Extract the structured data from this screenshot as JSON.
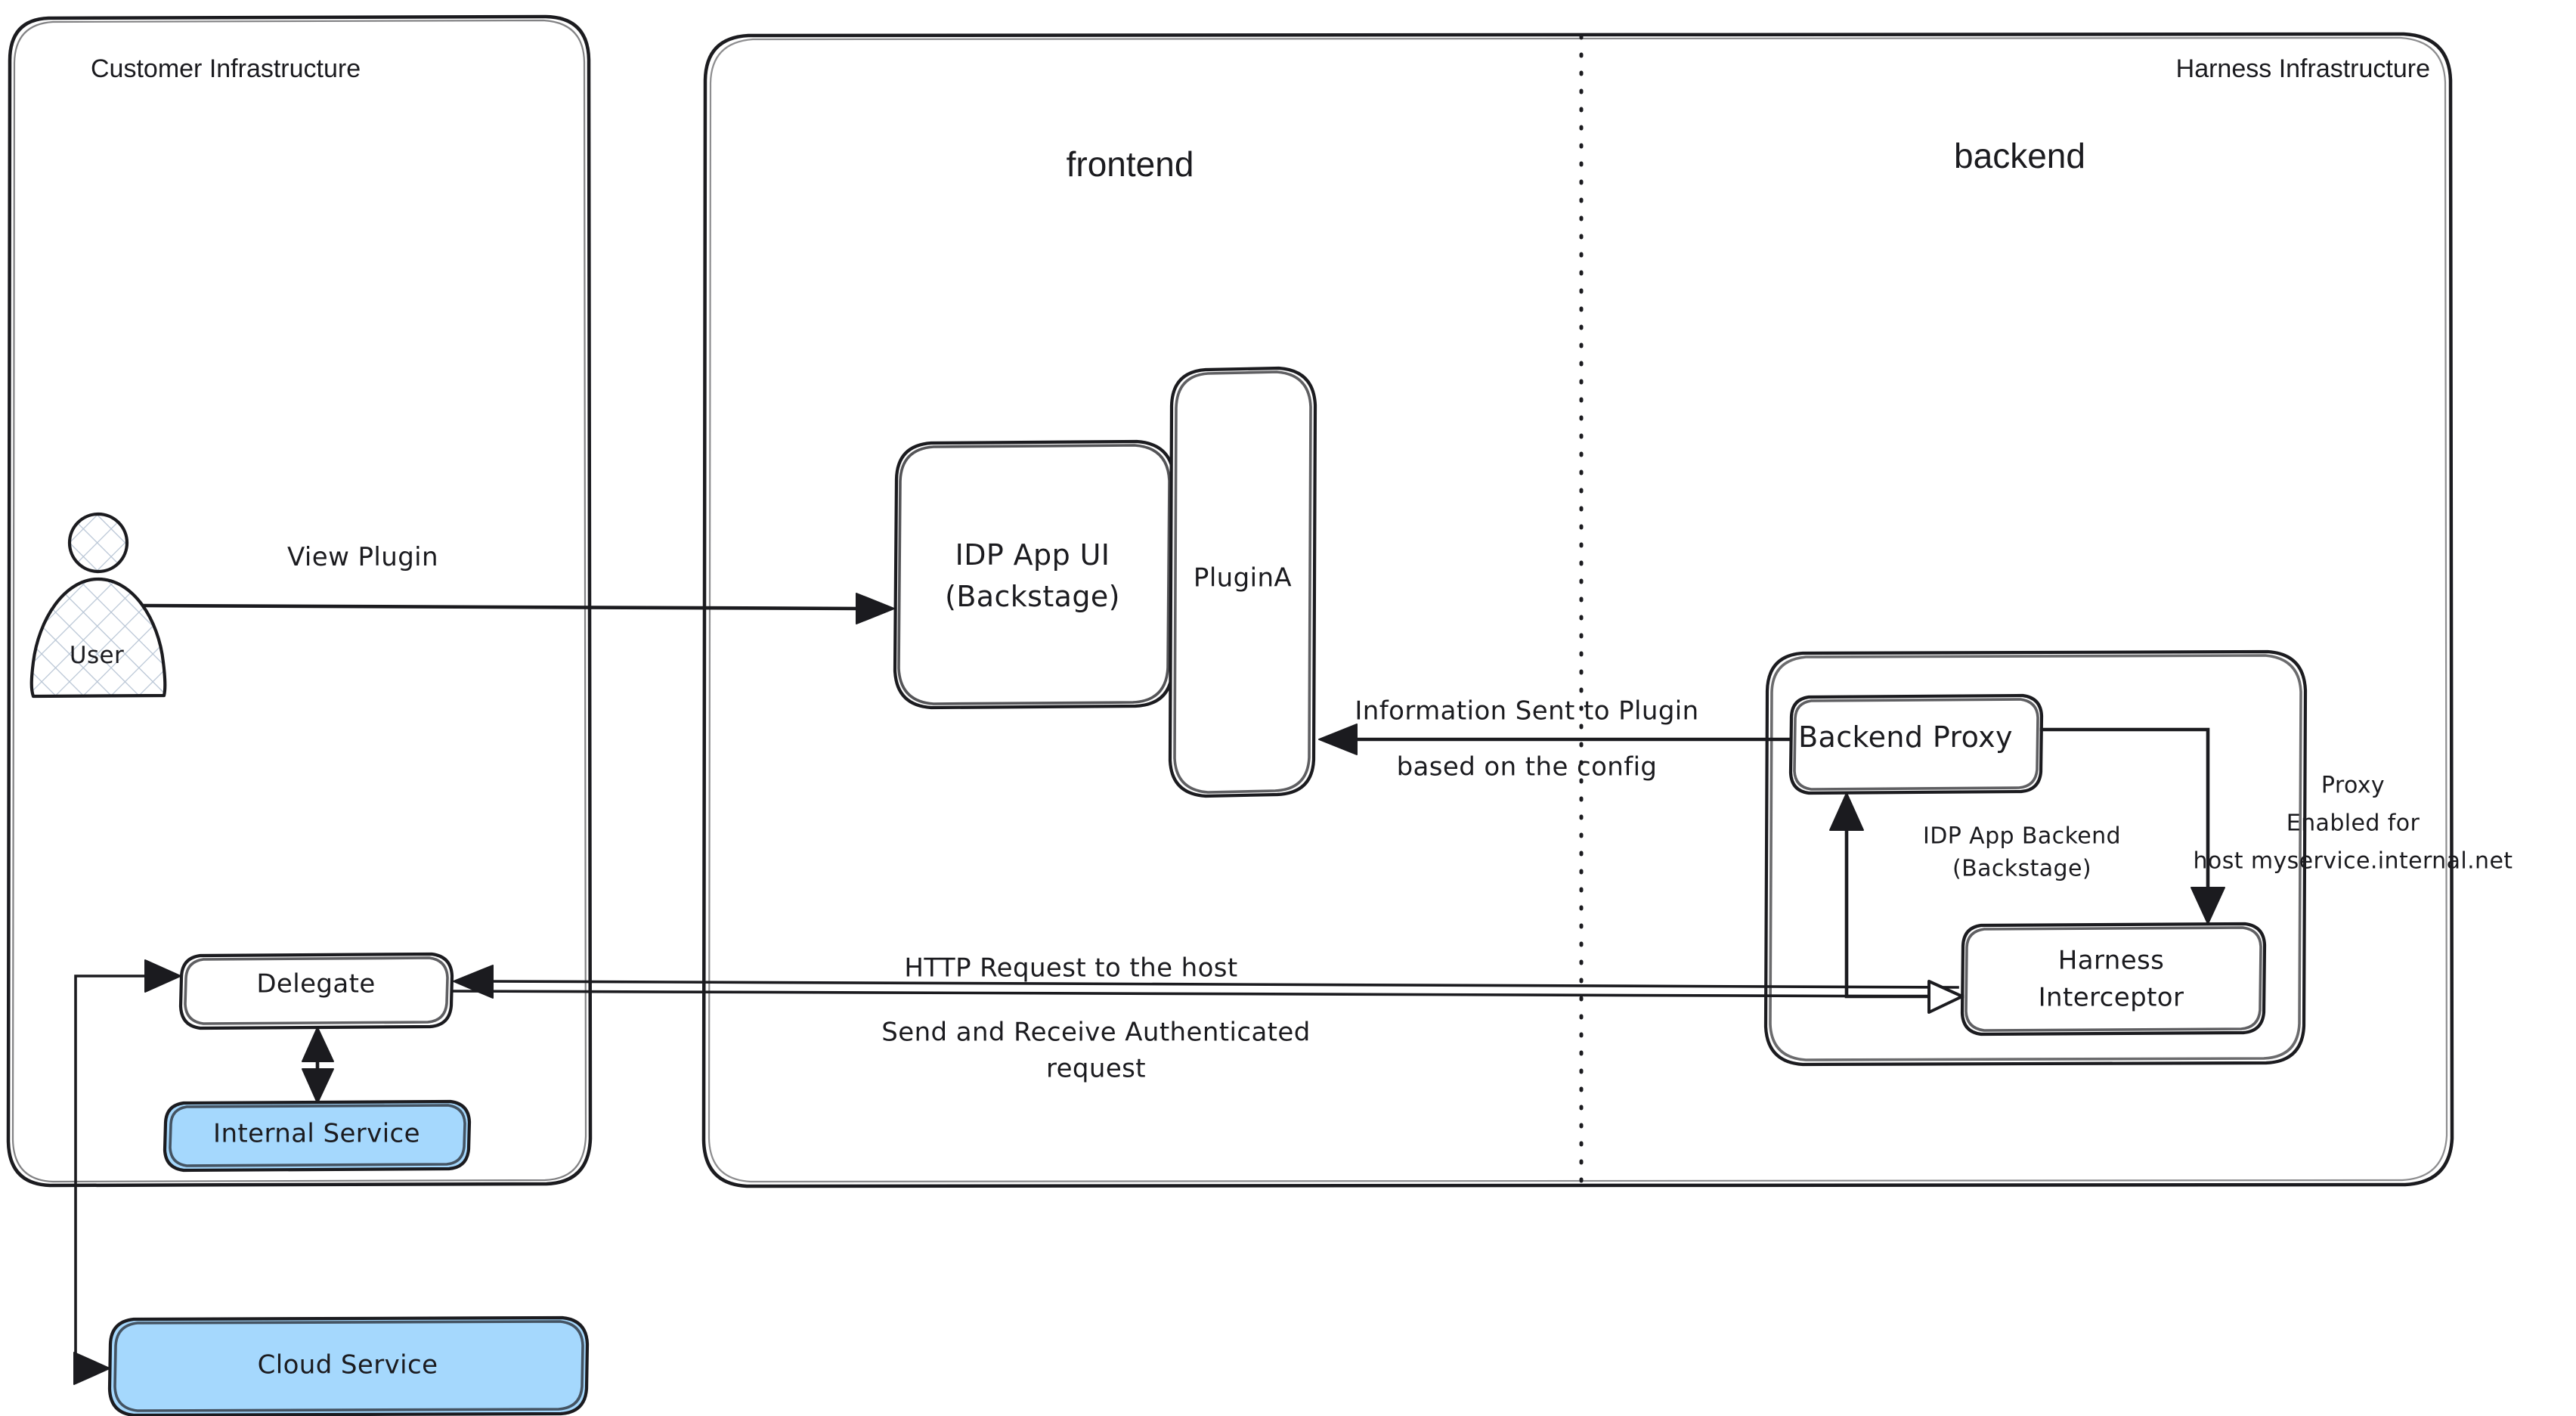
{
  "diagram": {
    "title": "Harness IDP Plugin Proxy Architecture",
    "style": "hand-drawn whiteboard (excalidraw)",
    "background": "#ffffff",
    "stroke_color": "#1b1b1f",
    "accent_fill": "#a5d8fd"
  },
  "containers": [
    {
      "id": "customer-infrastructure",
      "label": "Customer Infrastructure"
    },
    {
      "id": "harness-infrastructure",
      "label": "Harness Infrastructure"
    },
    {
      "id": "idp-app-backend",
      "label": "IDP App Backend\n(Backstage)"
    }
  ],
  "sections": {
    "frontend": "frontend",
    "backend": "backend"
  },
  "nodes": [
    {
      "id": "user",
      "label": "User",
      "shape": "actor",
      "fill": "hatched"
    },
    {
      "id": "idp-app-ui",
      "label": "IDP App UI\n(Backstage)",
      "shape": "rounded-rect",
      "fill": "#ffffff"
    },
    {
      "id": "plugin-a",
      "label": "PluginA",
      "shape": "rounded-rect",
      "fill": "#ffffff"
    },
    {
      "id": "backend-proxy",
      "label": "Backend Proxy",
      "shape": "rounded-rect",
      "fill": "#ffffff"
    },
    {
      "id": "harness-interceptor",
      "label": "Harness\nInterceptor",
      "shape": "rounded-rect",
      "fill": "#ffffff"
    },
    {
      "id": "delegate",
      "label": "Delegate",
      "shape": "rounded-rect",
      "fill": "#ffffff"
    },
    {
      "id": "internal-service",
      "label": "Internal Service",
      "shape": "rounded-rect",
      "fill": "#a5d8fd"
    },
    {
      "id": "cloud-service",
      "label": "Cloud Service",
      "shape": "rounded-rect",
      "fill": "#a5d8fd"
    }
  ],
  "edges": [
    {
      "id": "user-to-ui",
      "from": "user",
      "to": "idp-app-ui",
      "label": "View Plugin"
    },
    {
      "id": "proxy-to-plugin",
      "from": "backend-proxy",
      "to": "plugin-a",
      "label_line1": "Information Sent to Plugin",
      "label_line2": "based on the config"
    },
    {
      "id": "proxy-to-interceptor",
      "from": "backend-proxy",
      "to": "harness-interceptor",
      "label_line1": "Proxy",
      "label_line2": "Enabled for",
      "label_line3": "host myservice.internal.net"
    },
    {
      "id": "interceptor-to-proxy",
      "from": "harness-interceptor",
      "to": "backend-proxy",
      "label": ""
    },
    {
      "id": "interceptor-to-delegate",
      "from": "harness-interceptor",
      "to": "delegate",
      "label_line1": "HTTP Request to the host",
      "label_line2": "Send and Receive Authenticated",
      "label_line3": "request"
    },
    {
      "id": "delegate-to-internal",
      "from": "delegate",
      "to": "internal-service",
      "label": ""
    },
    {
      "id": "delegate-to-cloud",
      "from": "delegate",
      "to": "cloud-service",
      "label": ""
    }
  ],
  "labels": {
    "customer_infrastructure": "Customer Infrastructure",
    "harness_infrastructure": "Harness Infrastructure",
    "frontend": "frontend",
    "backend": "backend",
    "user": "User",
    "view_plugin": "View Plugin",
    "idp_app_ui_l1": "IDP App UI",
    "idp_app_ui_l2": "(Backstage)",
    "plugin_a": "PluginA",
    "info_sent_l1": "Information Sent to Plugin",
    "info_sent_l2": "based on the config",
    "backend_proxy": "Backend Proxy",
    "idp_app_backend_l1": "IDP App Backend",
    "idp_app_backend_l2": "(Backstage)",
    "proxy_enabled_l1": "Proxy",
    "proxy_enabled_l2": "Enabled for",
    "proxy_enabled_l3": "host myservice.internal.net",
    "harness_interceptor_l1": "Harness",
    "harness_interceptor_l2": "Interceptor",
    "http_request": "HTTP Request to the host",
    "send_receive_l1": "Send and Receive Authenticated",
    "send_receive_l2": "request",
    "delegate": "Delegate",
    "internal_service": "Internal Service",
    "cloud_service": "Cloud Service"
  }
}
